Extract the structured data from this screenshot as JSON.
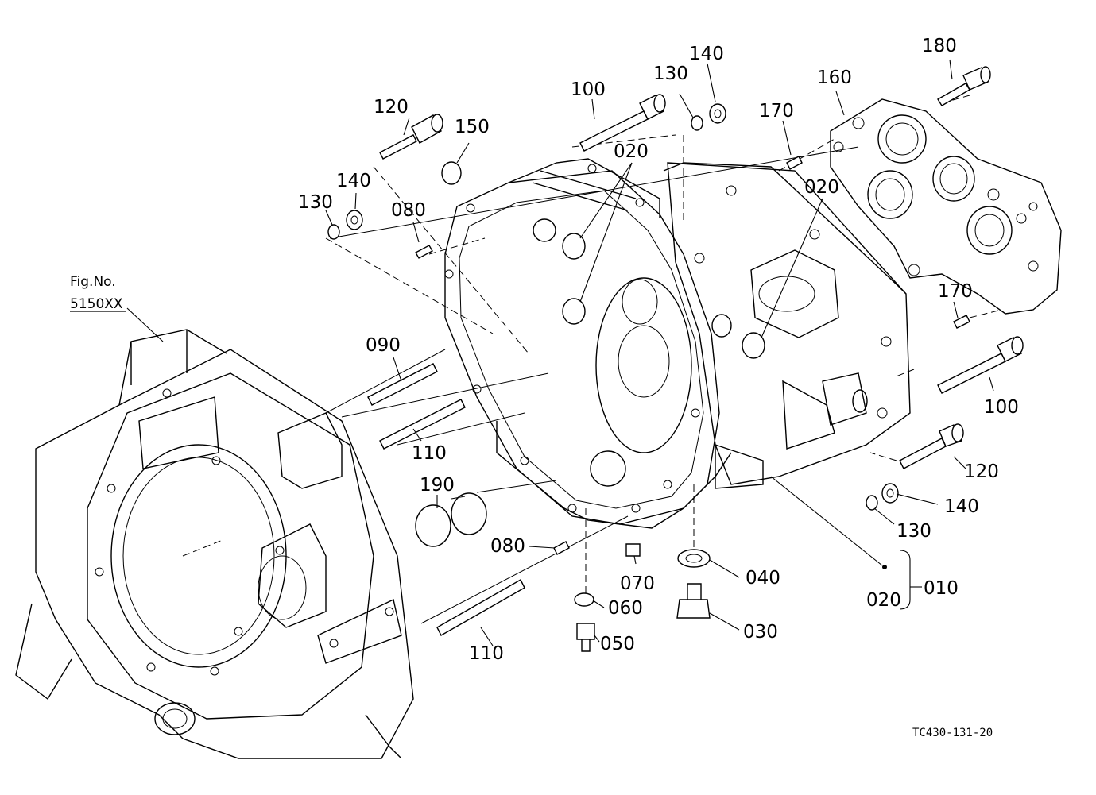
{
  "diagram": {
    "fig_ref_line1": "Fig.No.",
    "fig_ref_line2": "5150XX",
    "drawing_code": "TC430-131-20",
    "callouts": {
      "p010": "010",
      "p020_main": "020",
      "p020_a": "020",
      "p020_b": "020",
      "p030": "030",
      "p040": "040",
      "p050": "050",
      "p060": "060",
      "p070": "070",
      "p080_top": "080",
      "p080_bottom": "080",
      "p090": "090",
      "p100_top": "100",
      "p100_right": "100",
      "p110_mid": "110",
      "p110_bottom": "110",
      "p120_top": "120",
      "p120_right": "120",
      "p130_left": "130",
      "p130_top": "130",
      "p130_right": "130",
      "p140_left": "140",
      "p140_top": "140",
      "p140_right": "140",
      "p150": "150",
      "p160": "160",
      "p170_top": "170",
      "p170_right": "170",
      "p180": "180",
      "p190": "190"
    }
  }
}
